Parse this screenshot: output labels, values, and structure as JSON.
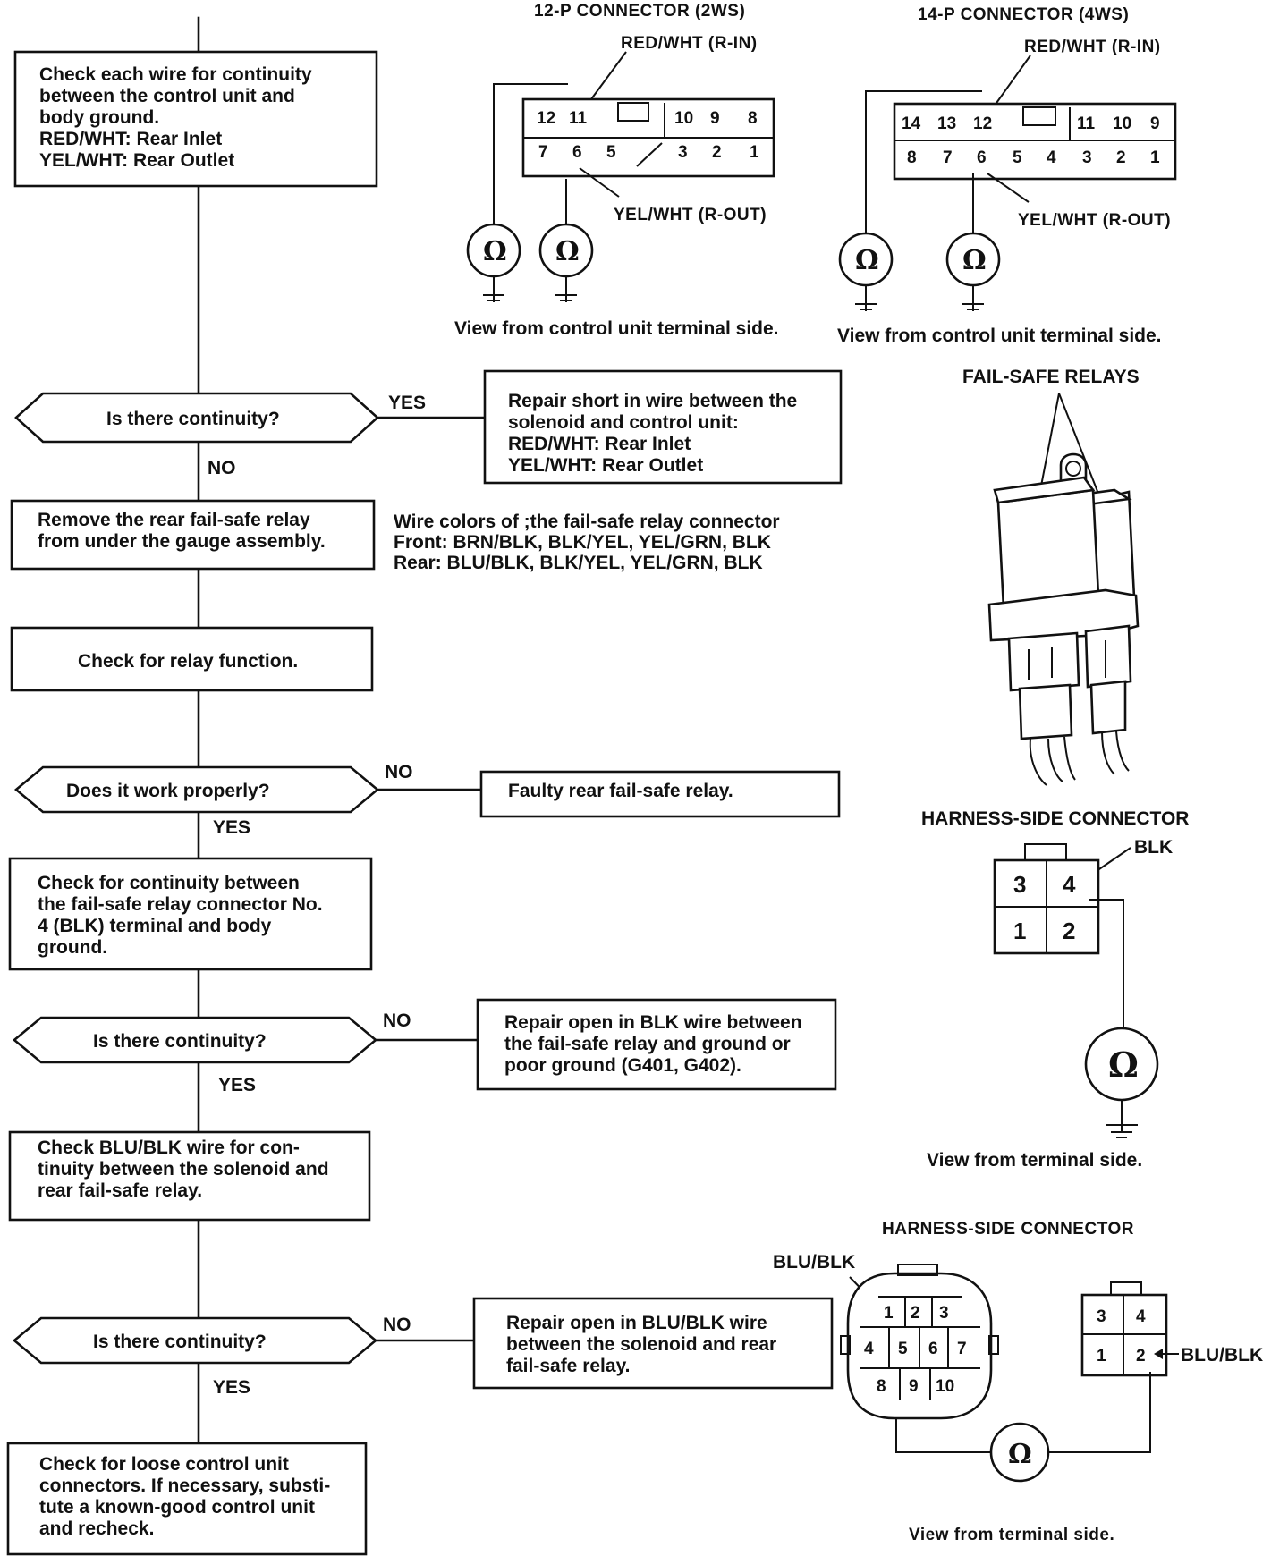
{
  "flow": {
    "box1": [
      "Check each wire for continuity",
      "between the control unit and",
      "body ground.",
      "RED/WHT: Rear Inlet",
      "YEL/WHT: Rear Outlet"
    ],
    "decision1": "Is  there  continuity?",
    "decision1_yes": "YES",
    "decision1_no": "NO",
    "repair1": [
      "Repair short in wire between the",
      "solenoid and control unit:",
      "RED/WHT: Rear Inlet",
      "YEL/WHT: Rear Outlet"
    ],
    "box2": [
      "Remove the rear fail-safe relay",
      "from under the gauge assembly."
    ],
    "wire_colors": [
      "Wire colors of ;the fail-safe relay connector",
      "Front: BRN/BLK, BLK/YEL, YEL/GRN, BLK",
      "Rear:  BLU/BLK, BLK/YEL, YEL/GRN, BLK"
    ],
    "box3": "Check  for  relay  function.",
    "decision2": "Does  it  work  properly?",
    "decision2_no": "NO",
    "decision2_yes": "YES",
    "repair2": "Faulty rear fail-safe relay.",
    "box4": [
      "Check for continuity between",
      "the fail-safe relay connector No.",
      "4 (BLK) terminal and body",
      "ground."
    ],
    "decision3": "Is  there  continuity?",
    "decision3_no": "NO",
    "decision3_yes": "YES",
    "repair3": [
      "Repair open in BLK wire between",
      "the fail-safe relay and ground or",
      "poor ground (G401, G402)."
    ],
    "box5": [
      "Check BLU/BLK wire for con-",
      "tinuity between the solenoid and",
      "rear fail-safe relay."
    ],
    "decision4": "Is  there  continuity?",
    "decision4_no": "NO",
    "decision4_yes": "YES",
    "repair4": [
      "Repair open in BLU/BLK wire",
      "between the solenoid and rear",
      "fail-safe relay."
    ],
    "box6": [
      "Check for loose control unit",
      "connectors. If necessary, substi-",
      "tute a known-good control unit",
      "and recheck."
    ]
  },
  "connector12": {
    "title": "12-P CONNECTOR (2WS)",
    "red_label": "RED/WHT (R-IN)",
    "yel_label": "YEL/WHT (R-OUT)",
    "view": "View from control unit terminal side.",
    "top_pins": [
      "12",
      "11",
      "10",
      "9",
      "8"
    ],
    "bottom_pins": [
      "7",
      "6",
      "5",
      "3",
      "2",
      "1"
    ],
    "ohm": "Ω"
  },
  "connector14": {
    "title": "14-P CONNECTOR (4WS)",
    "red_label": "RED/WHT (R-IN)",
    "yel_label": "YEL/WHT (R-OUT)",
    "view": "View from control unit terminal side.",
    "top_pins": [
      "14",
      "13",
      "12",
      "11",
      "10",
      "9"
    ],
    "bottom_pins": [
      "8",
      "7",
      "6",
      "5",
      "4",
      "3",
      "2",
      "1"
    ],
    "ohm": "Ω"
  },
  "relays": {
    "title": "FAIL-SAFE RELAYS"
  },
  "harness1": {
    "title": "HARNESS-SIDE CONNECTOR",
    "blk_label": "BLK",
    "pins": [
      "3",
      "4",
      "1",
      "2"
    ],
    "view": "View from terminal side.",
    "ohm": "Ω"
  },
  "harness2": {
    "title": "HARNESS-SIDE CONNECTOR",
    "blu_label": "BLU/BLK",
    "blu_label2": "BLU/BLK",
    "round_pins": [
      "1",
      "2",
      "3",
      "4",
      "5",
      "6",
      "7",
      "8",
      "9",
      "10"
    ],
    "small_pins": [
      "3",
      "4",
      "1",
      "2"
    ],
    "view": "View from terminal side.",
    "ohm": "Ω"
  }
}
